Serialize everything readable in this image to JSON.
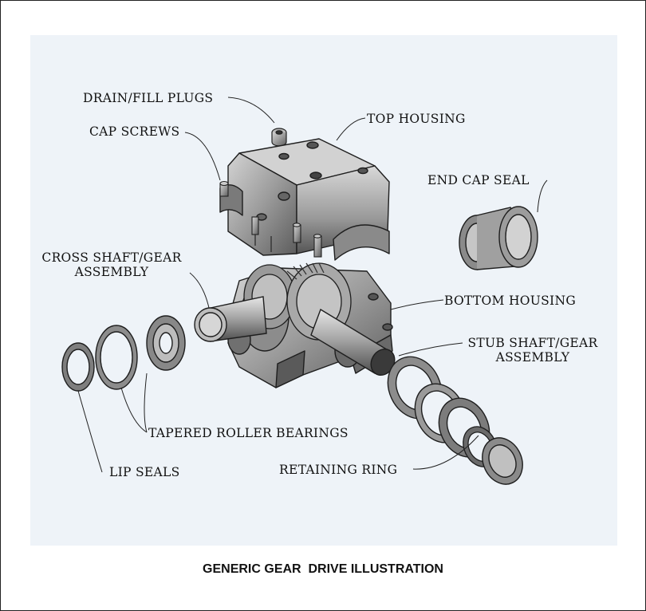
{
  "labels": {
    "drain_fill_plugs": "DRAIN/FILL PLUGS",
    "top_housing": "TOP HOUSING",
    "cap_screws": "CAP SCREWS",
    "end_cap_seal": "END CAP SEAL",
    "cross_shaft_line1": "CROSS SHAFT/GEAR",
    "cross_shaft_line2": "ASSEMBLY",
    "bottom_housing": "BOTTOM HOUSING",
    "stub_shaft_line1": "STUB SHAFT/GEAR",
    "stub_shaft_line2": "ASSEMBLY",
    "tapered_roller_bearings": "TAPERED ROLLER BEARINGS",
    "lip_seals": "LIP SEALS",
    "retaining_ring": "RETAINING RING"
  },
  "caption": "GENERIC GEAR  DRIVE ILLUSTRATION",
  "colors": {
    "panel_background": "#eef3f8",
    "part_fill": "#9a9a9a",
    "part_dark": "#4a4a4a",
    "part_light": "#c8c8c8"
  }
}
